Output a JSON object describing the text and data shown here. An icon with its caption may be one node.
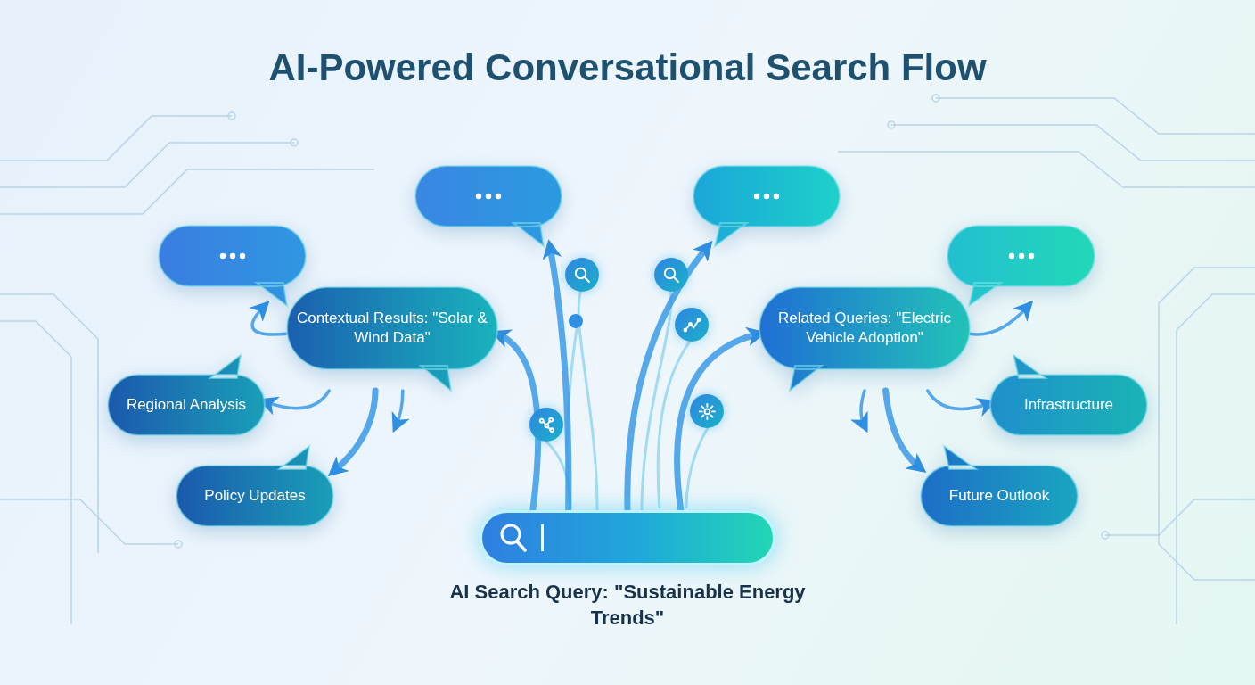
{
  "diagram": {
    "title": "AI-Powered Conversational Search Flow",
    "nodes": [
      {
        "text": [
          "AI Search Query: \"Sustainable Energy Trends\""
        ]
      },
      {
        "text": [
          "Contextual Results: \"Solar & Wind Data\""
        ]
      },
      {
        "text": [
          "Related Queries: \"Electric Vehicle Adoption\""
        ]
      },
      {
        "text": [],
        "shape": "box"
      },
      {
        "text": [],
        "shape": "box"
      },
      {
        "text": [],
        "shape": "box"
      },
      {
        "text": [],
        "shape": "box"
      },
      {
        "text": [
          "Regional Analysis"
        ]
      },
      {
        "text": [
          "Policy Updates"
        ]
      },
      {
        "text": [
          "Infrastructure"
        ]
      },
      {
        "text": [
          "Future Outlook"
        ]
      }
    ],
    "edges": [
      {
        "from": 0,
        "to": 3,
        "arrow": "to",
        "style": "thick"
      },
      {
        "from": 0,
        "to": 4,
        "arrow": "to",
        "style": "thick"
      },
      {
        "from": 0,
        "to": 1,
        "arrow": "to",
        "style": "thick"
      },
      {
        "from": 0,
        "to": 2,
        "arrow": "to",
        "style": "thick"
      },
      {
        "from": 1,
        "to": 5,
        "arrow": "to"
      },
      {
        "from": 1,
        "to": 7,
        "arrow": "to"
      },
      {
        "from": 1,
        "to": 8,
        "arrow": "to",
        "style": "thick"
      },
      {
        "from": 1,
        "to": null,
        "arrow": "to"
      },
      {
        "from": 2,
        "to": 6,
        "arrow": "to"
      },
      {
        "from": 2,
        "to": 9,
        "arrow": "to"
      },
      {
        "from": 2,
        "to": 10,
        "arrow": "to",
        "style": "thick"
      },
      {
        "from": 2,
        "to": null,
        "arrow": "to"
      }
    ]
  }
}
